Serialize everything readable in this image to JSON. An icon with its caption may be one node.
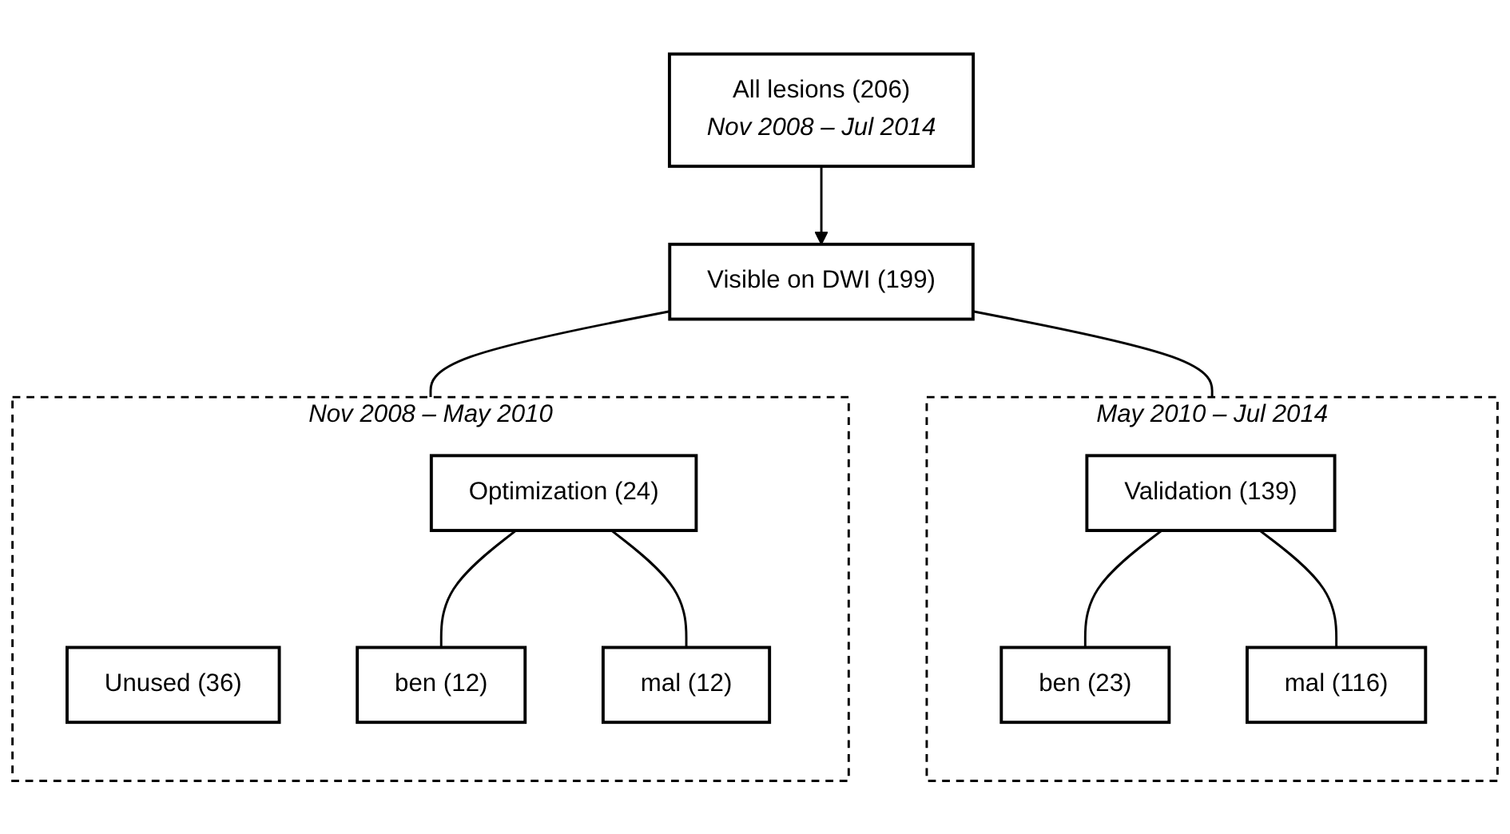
{
  "diagram": {
    "nodes": [
      {
        "text": [
          "All lesions (206)",
          "Nov 2008 – Jul 2014"
        ]
      },
      {
        "text": [
          "Visible on DWI (199)"
        ]
      },
      {
        "text": [
          "Nov 2008 – May 2010"
        ]
      },
      {
        "text": [
          "Unused (36)"
        ],
        "in": 2
      },
      {
        "text": [
          "Optimization (24)"
        ],
        "in": 2
      },
      {
        "text": [
          "ben (12)"
        ],
        "in": 2
      },
      {
        "text": [
          "mal (12)"
        ],
        "in": 2
      },
      {
        "text": [
          "May 2010 – Jul 2014"
        ]
      },
      {
        "text": [
          "Validation (139)"
        ],
        "in": 7
      },
      {
        "text": [
          "ben (23)"
        ],
        "in": 7
      },
      {
        "text": [
          "mal (116)"
        ],
        "in": 7
      }
    ],
    "edges": [
      {
        "from": 0,
        "to": 1,
        "arrow": "to"
      },
      {
        "from": 1,
        "to": 2,
        "arrow": "none"
      },
      {
        "from": 1,
        "to": 7,
        "arrow": "none"
      },
      {
        "from": 4,
        "to": 5,
        "arrow": "none"
      },
      {
        "from": 4,
        "to": 6,
        "arrow": "none"
      },
      {
        "from": 8,
        "to": 9,
        "arrow": "none"
      },
      {
        "from": 8,
        "to": 10,
        "arrow": "none"
      }
    ]
  }
}
